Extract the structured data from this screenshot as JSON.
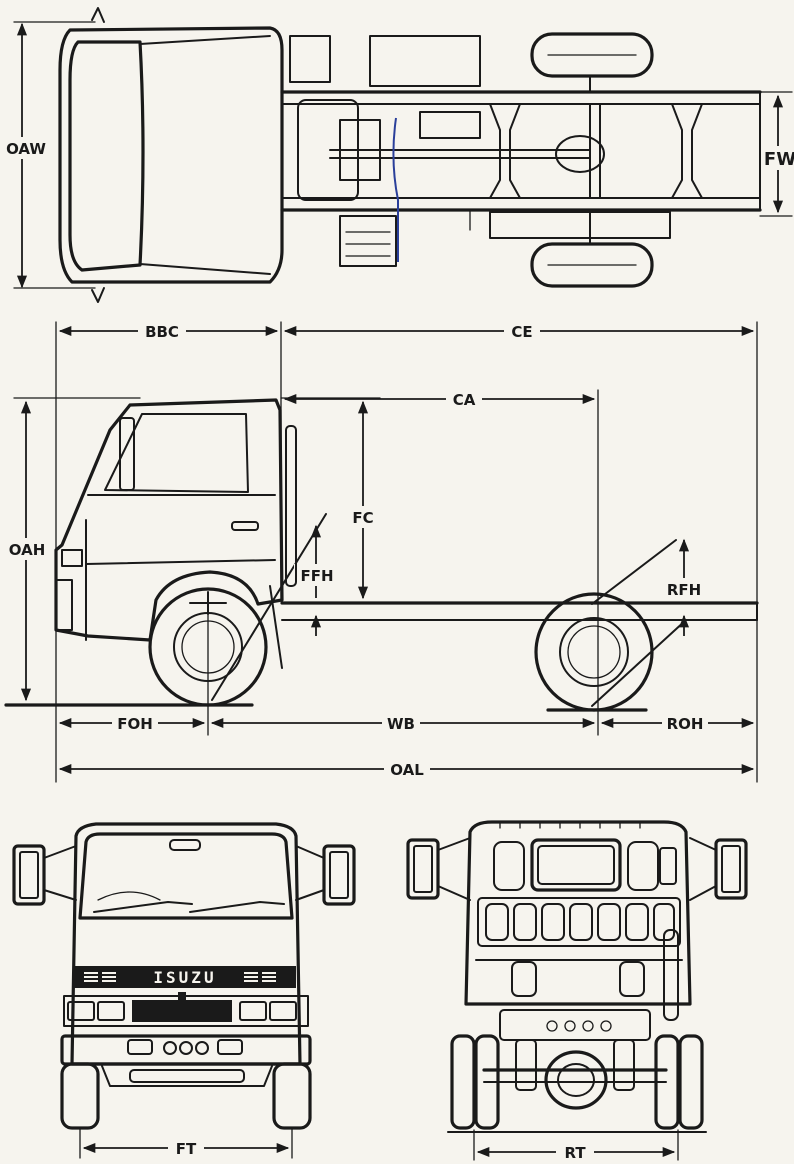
{
  "labels": {
    "oaw": "OAW",
    "fw": "FW",
    "bbc": "BBC",
    "ce": "CE",
    "ca": "CA",
    "oah": "OAH",
    "fc": "FC",
    "ffh": "FFH",
    "rfh": "RFH",
    "foh": "FOH",
    "wb": "WB",
    "roh": "ROH",
    "oal": "OAL",
    "ft": "FT",
    "rt": "RT"
  },
  "brand": {
    "grille_logo": "ISUZU"
  },
  "colors": {
    "ink": "#1a1a1a",
    "paper": "#f6f4ee",
    "accent_line": "#2a3f9a"
  }
}
